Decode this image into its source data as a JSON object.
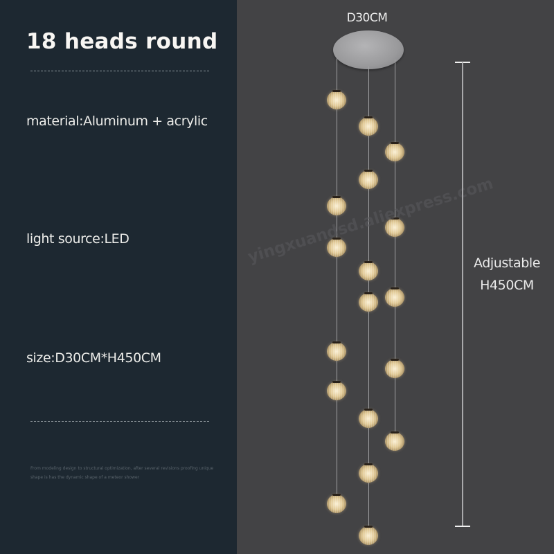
{
  "left_panel": {
    "title": "18 heads round",
    "specs": {
      "material": "material:Aluminum + acrylic",
      "light_source": "light source:LED",
      "size": "size:D30CM*H450CM"
    },
    "blurb": "From modeling design to structural optimization, after several revisions proofing unique shape is has the dynamic shape of a meteor shower"
  },
  "right_panel": {
    "canopy_label": "D30CM",
    "height_label_line1": "Adjustable",
    "height_label_line2": "H450CM",
    "watermark": "yingxuandsd.aliexpress.com",
    "head_count": 18
  },
  "colors": {
    "left_bg": "#1d2831",
    "right_bg": "#434345",
    "text": "#ecece9",
    "globe_glow": "#e0c894"
  }
}
